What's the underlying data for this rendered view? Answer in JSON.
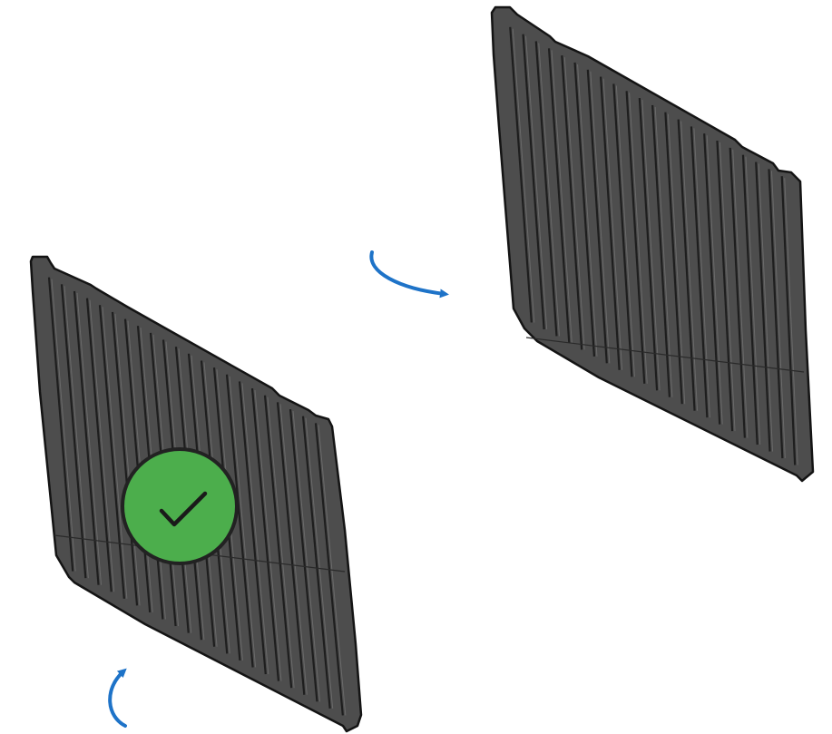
{
  "scene": {
    "background": "#ffffff",
    "panel_fill": "#4d4d4d",
    "panel_groove": "#1e1e1e",
    "panel_edge": "#141414",
    "panel_highlight": "#6a6a6a",
    "arrow_color": "#1e73c8",
    "badge_fill": "#4cae4c",
    "badge_outline": "#222222",
    "check_color": "#1a1a1a",
    "panel_slat_count": 23
  },
  "panels": [
    {
      "name": "panel-correct-orientation",
      "badge": "check-icon"
    },
    {
      "name": "panel-rotated-orientation"
    }
  ],
  "arrows": [
    {
      "name": "rotate-arrow-bottom",
      "icon": "curved-arrow-up-icon"
    },
    {
      "name": "rotate-arrow-middle",
      "icon": "curved-arrow-right-icon"
    }
  ]
}
